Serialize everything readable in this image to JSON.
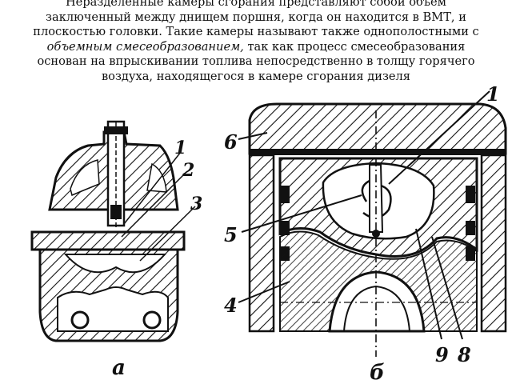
{
  "text": {
    "line1": "Неразделенные камеры сгорания представляют собой объем",
    "line2": "заключенный между днищем поршня, когда он находится в ВМТ, и",
    "line3": "плоскостью головки. Такие камеры называют также однополостными с",
    "line4_italic": "объемным смесеобразованием,",
    "line4_rest": " так как процесс смесеобразования",
    "line5": "основан на впрыскивании топлива непосредственно в толщу горячего",
    "line6": "воздуха, находящегося в камере сгорания дизеля"
  },
  "figure_a": {
    "letter": "а",
    "labels": [
      "1",
      "2",
      "3"
    ]
  },
  "figure_b": {
    "letter": "б",
    "labels": [
      "1",
      "6",
      "5",
      "4",
      "9",
      "8"
    ]
  }
}
